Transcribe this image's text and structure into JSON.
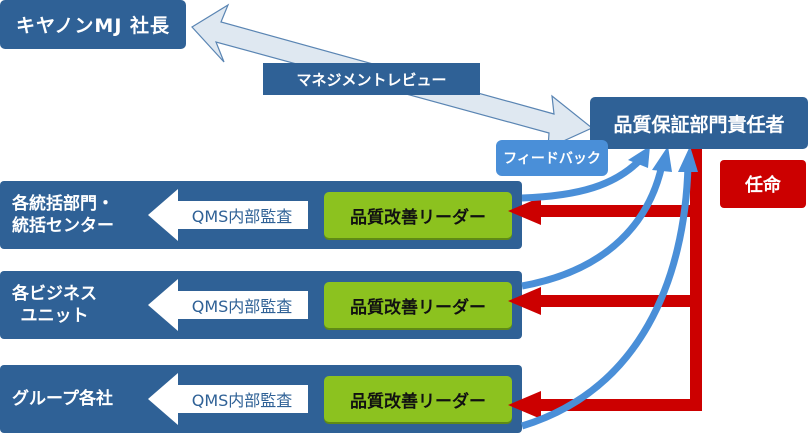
{
  "top": {
    "ceo_label": "キヤノンMJ 社長",
    "management_review_label": "マネジメントレビュー",
    "quality_manager_label": "品質保証部門責任者",
    "feedback_label": "フィードバック",
    "appointment_label": "任命"
  },
  "rows": [
    {
      "name_lines": [
        "各統括部門・",
        "統括センター"
      ],
      "audit_label": "QMS内部監査",
      "leader_label": "品質改善リーダー"
    },
    {
      "name_lines": [
        "各ビジネス",
        "ユニット"
      ],
      "audit_label": "QMS内部監査",
      "leader_label": "品質改善リーダー"
    },
    {
      "name_lines": [
        "グループ各社"
      ],
      "audit_label": "QMS内部監査",
      "leader_label": "品質改善リーダー"
    }
  ],
  "colors": {
    "navy": "#2f6196",
    "light_arrow": "#dfe8f1",
    "feedback_blue": "#4a8fd8",
    "red": "#cc0000",
    "green": "#8cc21f"
  }
}
